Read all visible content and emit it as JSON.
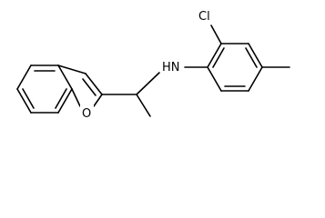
{
  "structure": {
    "atoms": {
      "chlorine": "Cl",
      "amine": "HN",
      "oxygen": "O"
    },
    "colors": {
      "bond": "#000000",
      "background": "#ffffff"
    }
  }
}
